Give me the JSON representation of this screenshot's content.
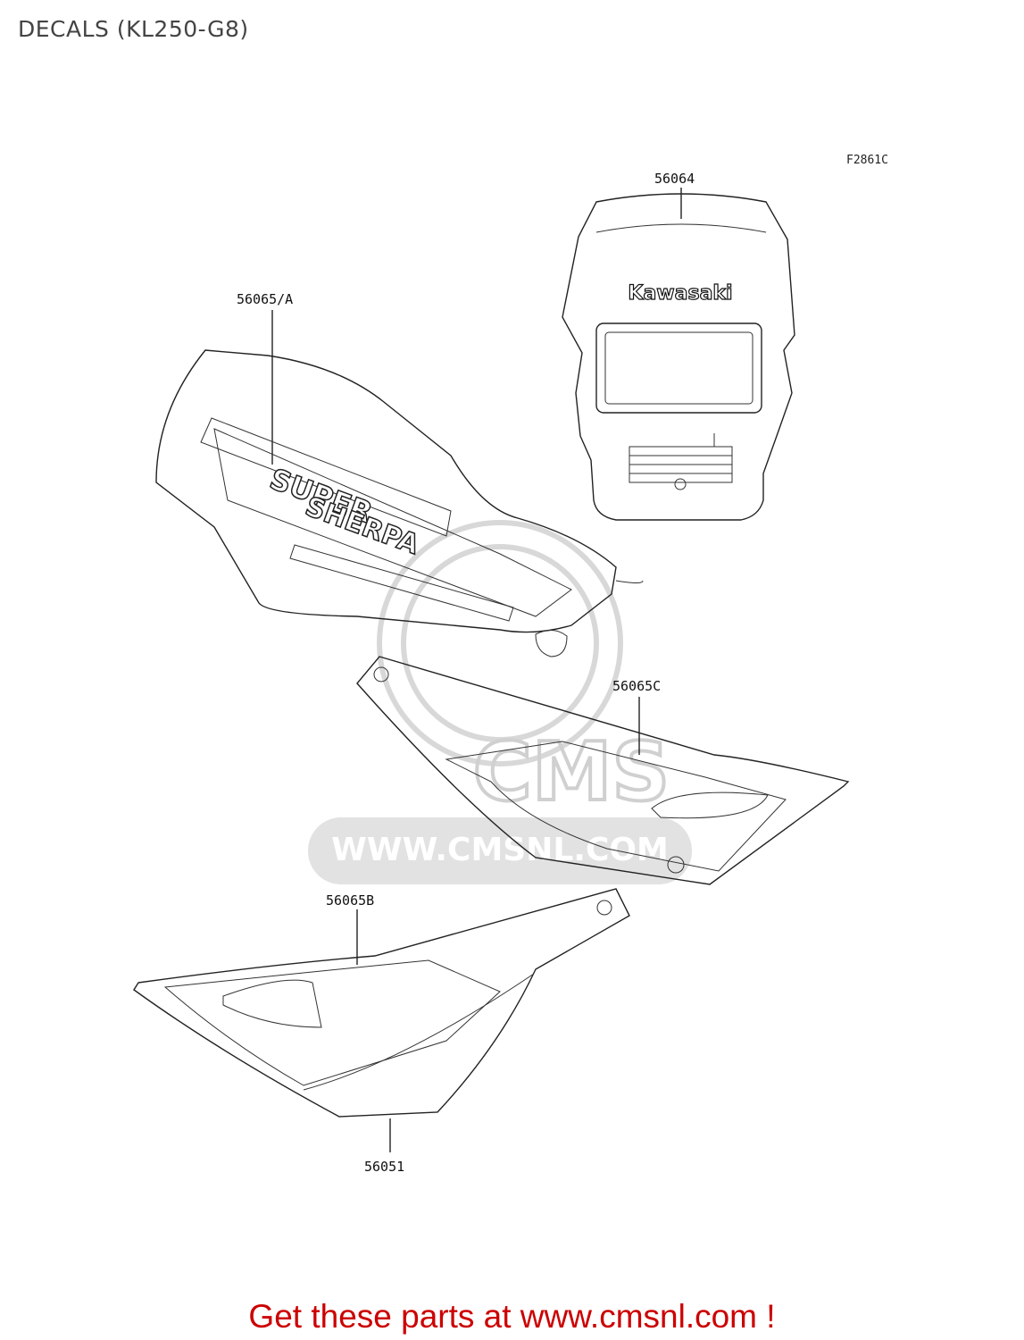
{
  "header": {
    "title": "DECALS (KL250-G8)"
  },
  "diagram": {
    "figure_code": "F2861C",
    "callouts": {
      "headlight_decal": "56064",
      "tank_decal": "56065/A",
      "side_cover_right": "56065C",
      "side_cover_left": "56065B",
      "lower_decal": "56051"
    },
    "brand_lettering": "Kawasaki",
    "tank_lettering": {
      "line1": "SUPER",
      "line2": "SHERPA"
    }
  },
  "watermark": {
    "brand": "CMS",
    "url": "WWW.CMSNL.COM"
  },
  "footer": {
    "link_text": "Get these parts at www.cmsnl.com !"
  },
  "colors": {
    "link": "#cc0000",
    "title": "#444444",
    "watermark": "#d8d8d8"
  }
}
